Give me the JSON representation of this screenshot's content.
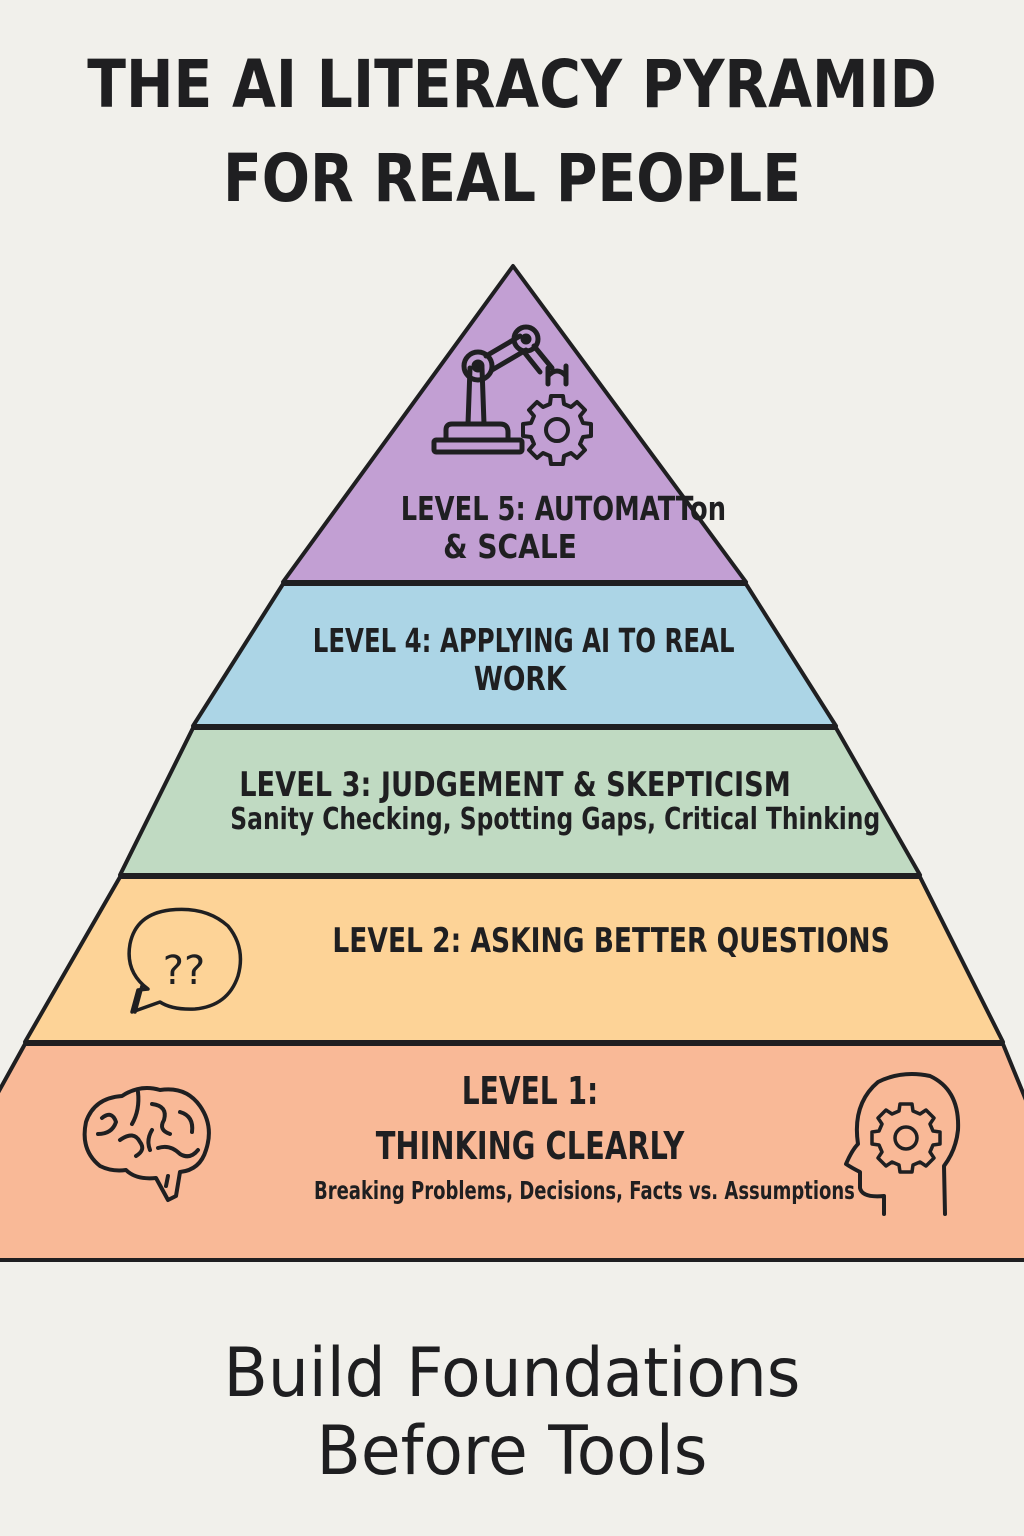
{
  "title": {
    "line1": "THE AI LITERACY PYRAMID",
    "line2": "FOR REAL PEOPLE"
  },
  "pyramid": {
    "levels": [
      {
        "level": 5,
        "heading_line1": "LEVEL 5: AUTOMATTon",
        "heading_line2": "& SCALE",
        "subtitle": "",
        "color": "#c29fd3",
        "icons": [
          "robot-arm-icon",
          "gear-icon"
        ]
      },
      {
        "level": 4,
        "heading_line1": "LEVEL 4: APPLYING AI TO REAL",
        "heading_line2": "WORK",
        "subtitle": "",
        "color": "#acd5e6",
        "icons": []
      },
      {
        "level": 3,
        "heading_line1": "LEVEL 3: JUDGEMENT & SKEPTICISM",
        "heading_line2": "",
        "subtitle": "Sanity Checking, Spotting Gaps, Critical Thinking",
        "color": "#c0dac2",
        "icons": []
      },
      {
        "level": 2,
        "heading_line1": "LEVEL 2: ASKING BETTER QUESTIONS",
        "heading_line2": "",
        "subtitle": "",
        "color": "#fdd397",
        "icons": [
          "question-speech-bubble-icon"
        ]
      },
      {
        "level": 1,
        "heading_line1": "LEVEL 1:",
        "heading_line2": "THINKING CLEARLY",
        "subtitle": "Breaking Problems, Decisions, Facts vs. Assumptions",
        "color": "#f9b997",
        "icons": [
          "brain-icon",
          "head-gear-icon"
        ]
      }
    ],
    "outline_color": "#1f1f21"
  },
  "footer": {
    "line1": "Build Foundations",
    "line2": "Before Tools"
  },
  "colors": {
    "background": "#f1f0eb",
    "text": "#1f1f21"
  }
}
